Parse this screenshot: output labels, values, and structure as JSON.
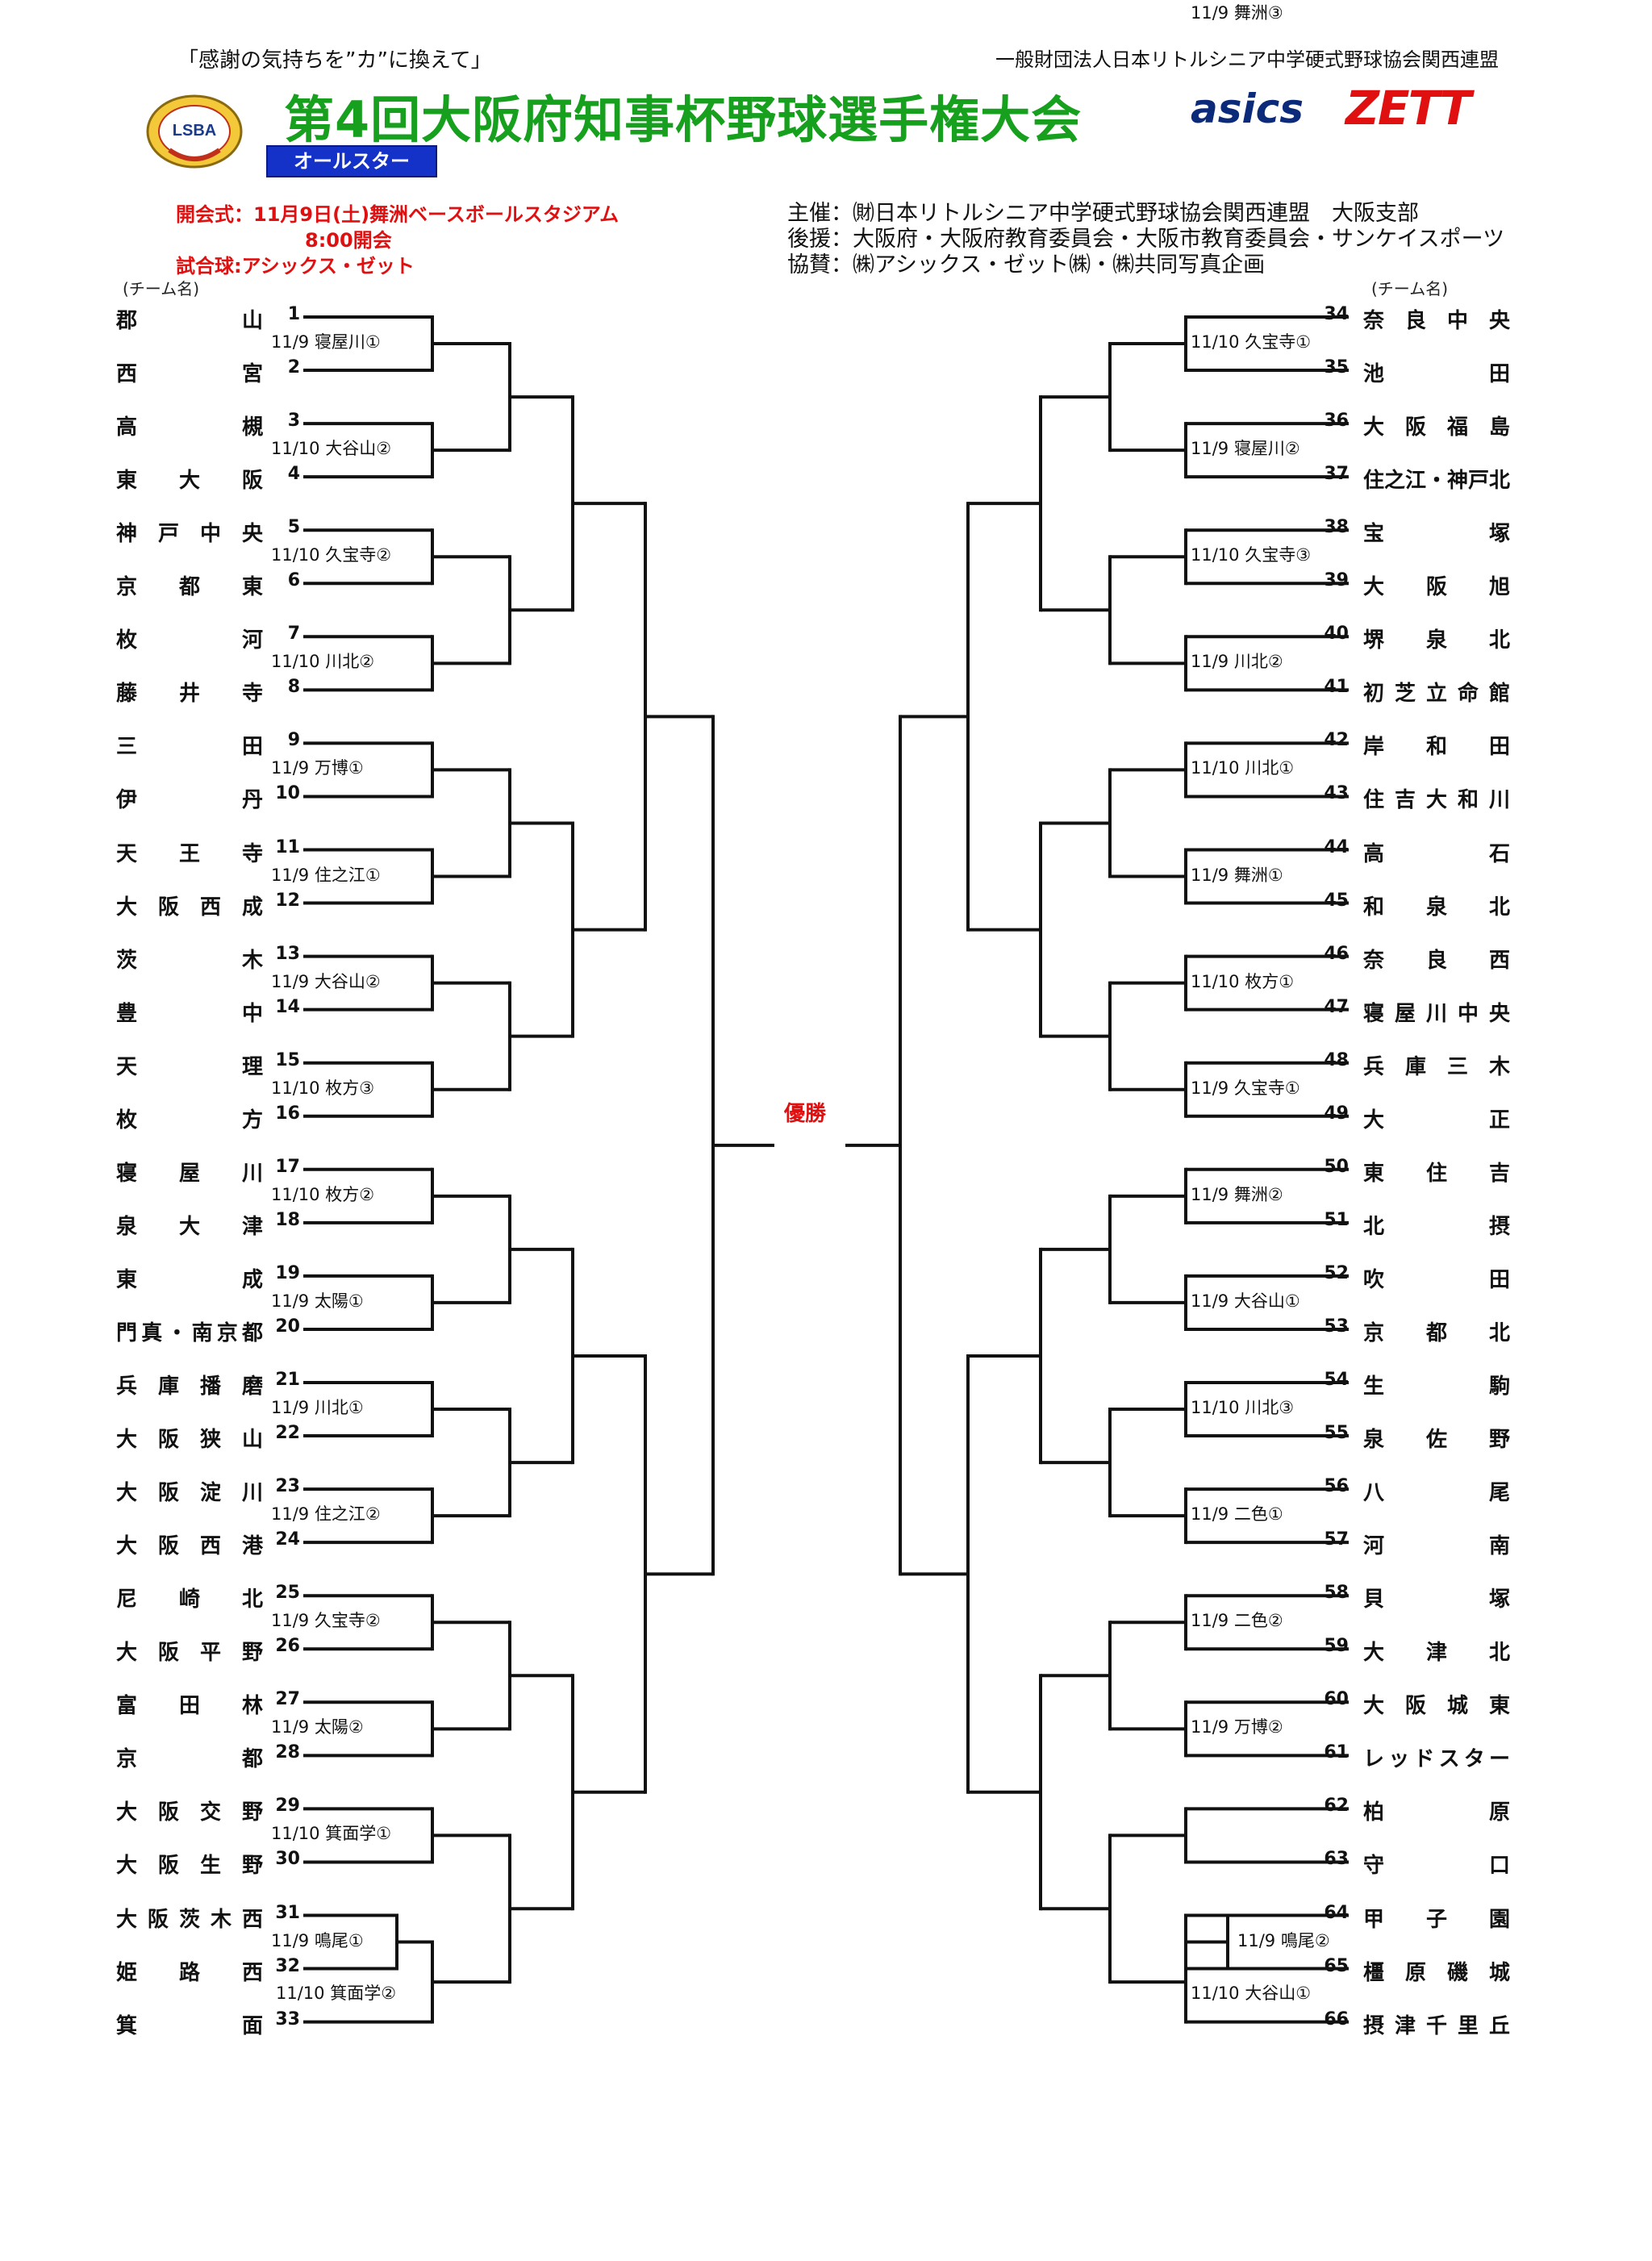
{
  "header": {
    "slogan": "「感謝の気持ちを”カ”に換えて」",
    "organization": "一般財団法人日本リトルシニア中学硬式野球協会関西連盟",
    "title": "第4回大阪府知事杯野球選手権大会",
    "badge": "オールスター",
    "logo_text": "LSBA",
    "sponsor_left": "asics",
    "sponsor_right": "ZETT"
  },
  "event_info": {
    "opening_line1": "開会式：11月9日(土)舞洲ベースボールスタジアム",
    "opening_line2": "8:00開会",
    "ball_line": "試合球:アシックス・ゼット",
    "host": "主催：㈶日本リトルシニア中学硬式野球協会関西連盟　大阪支部",
    "support": "後援：大阪府・大阪府教育委員会・大阪市教育委員会・サンケイスポーツ",
    "cooperation": "協賛：㈱アシックス・ゼット㈱・㈱共同写真企画"
  },
  "labels": {
    "team_left": "(チーム名)",
    "team_right": "(チーム名)",
    "champion": "優勝"
  },
  "colors": {
    "title": "#16a01e",
    "badge": "#1432c8",
    "accent_red": "#e01010",
    "zett": "#e01010",
    "asics": "#0b2b7a"
  },
  "left_teams": [
    {
      "name": "郡　　　山",
      "no": "1"
    },
    {
      "name": "西　　　宮",
      "no": "2"
    },
    {
      "name": "高　　　槻",
      "no": "3"
    },
    {
      "name": "東　大　阪",
      "no": "4"
    },
    {
      "name": "神戸中央",
      "no": "5"
    },
    {
      "name": "京　都　東",
      "no": "6"
    },
    {
      "name": "枚　　　河",
      "no": "7"
    },
    {
      "name": "藤　井　寺",
      "no": "8"
    },
    {
      "name": "三　　　田",
      "no": "9"
    },
    {
      "name": "伊　　　丹",
      "no": "10"
    },
    {
      "name": "天　王　寺",
      "no": "11"
    },
    {
      "name": "大阪西成",
      "no": "12"
    },
    {
      "name": "茨　　　木",
      "no": "13"
    },
    {
      "name": "豊　　　中",
      "no": "14"
    },
    {
      "name": "天　　　理",
      "no": "15"
    },
    {
      "name": "枚　　　方",
      "no": "16"
    },
    {
      "name": "寝　屋　川",
      "no": "17"
    },
    {
      "name": "泉　大　津",
      "no": "18"
    },
    {
      "name": "東　　　成",
      "no": "19"
    },
    {
      "name": "門真・南京都",
      "no": "20"
    },
    {
      "name": "兵庫播磨",
      "no": "21"
    },
    {
      "name": "大阪狭山",
      "no": "22"
    },
    {
      "name": "大阪淀川",
      "no": "23"
    },
    {
      "name": "大阪西港",
      "no": "24"
    },
    {
      "name": "尼　崎　北",
      "no": "25"
    },
    {
      "name": "大阪平野",
      "no": "26"
    },
    {
      "name": "富　田　林",
      "no": "27"
    },
    {
      "name": "京　　　都",
      "no": "28"
    },
    {
      "name": "大阪交野",
      "no": "29"
    },
    {
      "name": "大阪生野",
      "no": "30"
    },
    {
      "name": "大阪茨木西",
      "no": "31"
    },
    {
      "name": "姫　路　西",
      "no": "32"
    },
    {
      "name": "箕　　　面",
      "no": "33"
    }
  ],
  "right_teams": [
    {
      "name": "奈良中央",
      "no": "34"
    },
    {
      "name": "池　　　田",
      "no": "35"
    },
    {
      "name": "大阪福島",
      "no": "36"
    },
    {
      "name": "住之江・神戸北",
      "no": "37"
    },
    {
      "name": "宝　　　塚",
      "no": "38"
    },
    {
      "name": "大　阪　旭",
      "no": "39"
    },
    {
      "name": "堺　泉　北",
      "no": "40"
    },
    {
      "name": "初芝立命館",
      "no": "41"
    },
    {
      "name": "岸　和　田",
      "no": "42"
    },
    {
      "name": "住吉大和川",
      "no": "43"
    },
    {
      "name": "高　　　石",
      "no": "44"
    },
    {
      "name": "和　泉　北",
      "no": "45"
    },
    {
      "name": "奈　良　西",
      "no": "46"
    },
    {
      "name": "寝屋川中央",
      "no": "47"
    },
    {
      "name": "兵庫三木",
      "no": "48"
    },
    {
      "name": "大　　　正",
      "no": "49"
    },
    {
      "name": "東　住　吉",
      "no": "50"
    },
    {
      "name": "北　　　摂",
      "no": "51"
    },
    {
      "name": "吹　　　田",
      "no": "52"
    },
    {
      "name": "京　都　北",
      "no": "53"
    },
    {
      "name": "生　　　駒",
      "no": "54"
    },
    {
      "name": "泉　佐　野",
      "no": "55"
    },
    {
      "name": "八　　　尾",
      "no": "56"
    },
    {
      "name": "河　　　南",
      "no": "57"
    },
    {
      "name": "貝　　　塚",
      "no": "58"
    },
    {
      "name": "大　津　北",
      "no": "59"
    },
    {
      "name": "大阪城東",
      "no": "60"
    },
    {
      "name": "レッドスター",
      "no": "61"
    },
    {
      "name": "柏　　　原",
      "no": "62"
    },
    {
      "name": "守　　　口",
      "no": "63"
    },
    {
      "name": "甲　子　園",
      "no": "64"
    },
    {
      "name": "橿原磯城",
      "no": "65"
    },
    {
      "name": "摂津千里丘",
      "no": "66"
    }
  ],
  "left_matches": [
    "11/9 寝屋川①",
    "11/10 大谷山②",
    "11/10 久宝寺②",
    "11/10 川北②",
    "11/9 万博①",
    "11/9 住之江①",
    "11/9 大谷山②",
    "11/10 枚方③",
    "11/10 枚方②",
    "11/9 太陽①",
    "11/9 川北①",
    "11/9 住之江②",
    "11/9 久宝寺②",
    "11/9 太陽②",
    "11/10 箕面学①",
    "11/9 鳴尾①",
    "11/10 箕面学②"
  ],
  "right_matches": [
    "11/10 久宝寺①",
    "11/9 寝屋川②",
    "11/10 久宝寺③",
    "11/9 川北②",
    "11/10 川北①",
    "11/9 舞洲①",
    "11/10 枚方①",
    "11/9 久宝寺①",
    "11/9 舞洲②",
    "11/9 大谷山①",
    "11/10 川北③",
    "11/9 二色①",
    "11/9 二色②",
    "11/9 万博②",
    "11/9 舞洲③",
    "11/9 鳴尾②",
    "11/10 大谷山①"
  ]
}
